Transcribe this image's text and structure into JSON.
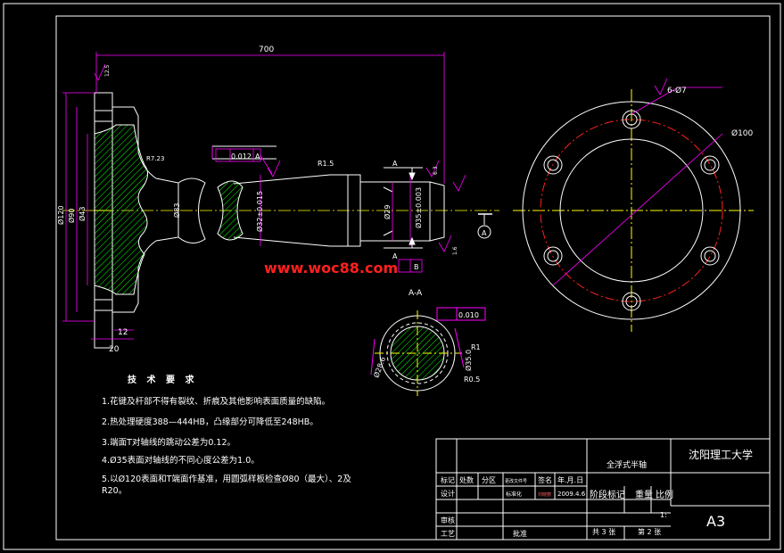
{
  "dimensions": {
    "overall_length": "700",
    "flange_thickness": "20",
    "hub_width": "12",
    "dia_120": "Ø120",
    "dia_90": "Ø90",
    "dia_43": "Ø43",
    "dia_83": "Ø83",
    "radius_723": "R7.23",
    "dia_32": "Ø32±0.015",
    "dia_29": "Ø29",
    "dia_35": "Ø35±0.003",
    "radius_r15": "R1.5",
    "bolt_holes": "6-Ø7",
    "bolt_circle": "Ø100",
    "runout_1": "0.012",
    "runout_2": "0.010",
    "datum_a": "A",
    "datum_b": "B",
    "section_label": "A-A",
    "spline_r1": "R1",
    "spline_r05": "R0.5",
    "spline_dia35": "Ø35.0",
    "spline_dia28": "Ø28.6",
    "roughness_1": "12.5",
    "roughness_2": "6.3",
    "roughness_3": "1.6",
    "section_mark": "A"
  },
  "notes": {
    "title": "技 术 要 求",
    "items": [
      "1.花键及杆部不得有裂纹、折痕及其他影响表面质量的缺陷。",
      "2.热处理硬度388—444HB，凸缘部分可降低至248HB。",
      "3.端面T对轴线的跳动公差为0.12。",
      "4.Ø35表面对轴线的不同心度公差为1.0。",
      "5.以Ø120表面和T端面作基准，用圆弧样板检查Ø80（最大）、2及",
      "R20。"
    ]
  },
  "watermark": "www.woc88.com",
  "title_block": {
    "part_name": "全浮式半轴",
    "school": "沈阳理工大学",
    "paper_size": "A3",
    "rows": {
      "mark": "标记",
      "count": "处数",
      "zone": "分区",
      "doc_no": "更改文件号",
      "sign": "签名",
      "date": "年.月.日",
      "design": "设计",
      "standard": "标准化",
      "designer": "刘晓丽",
      "design_date": "2009.4.6",
      "stage": "阶段标记",
      "weight": "重量",
      "scale": "比例",
      "scale_value": "1:",
      "review": "审核",
      "process": "工艺",
      "approve": "批准",
      "sheets_total": "共 3 张",
      "sheet_no": "第 2 张"
    }
  }
}
